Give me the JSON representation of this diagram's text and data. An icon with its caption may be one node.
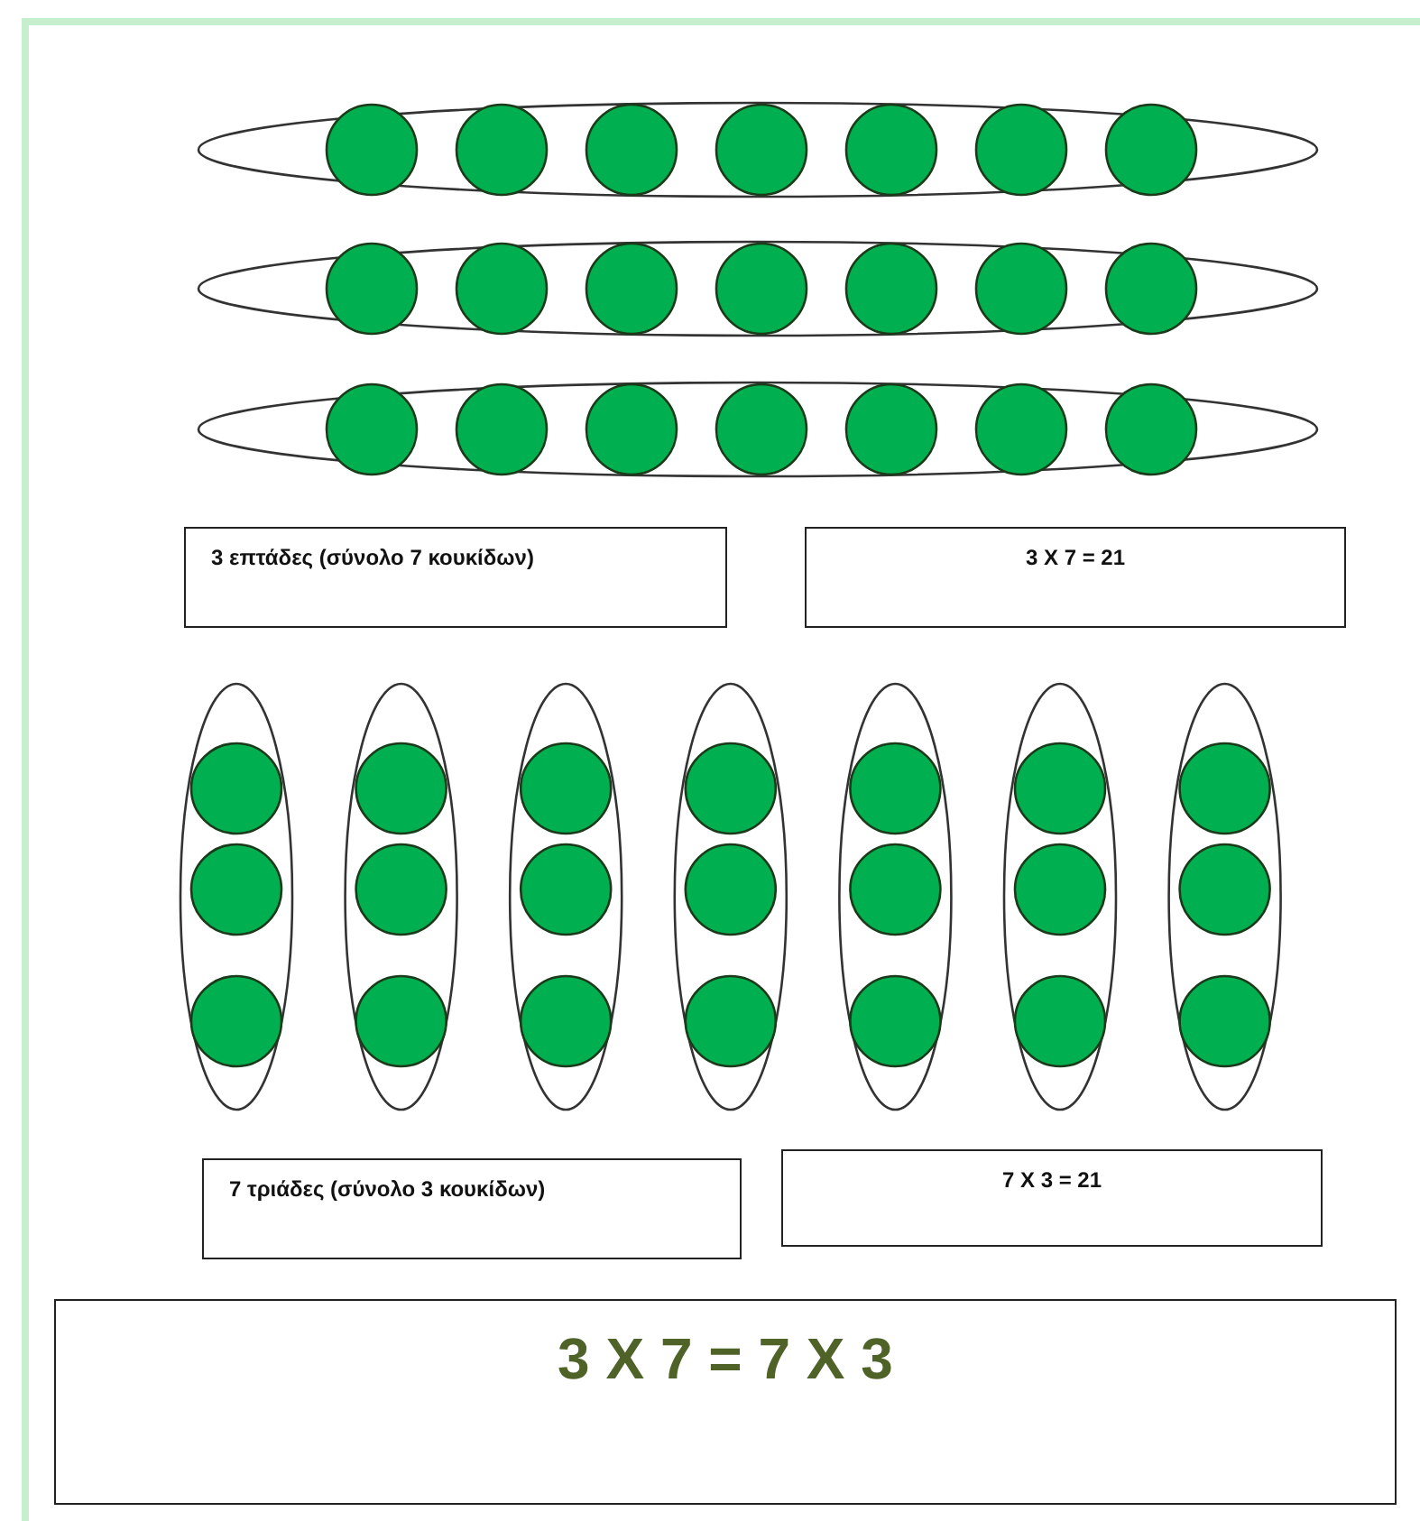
{
  "diagram": {
    "nodes": [
      {
        "text": [
          "3 επτάδες (σύνολο 7 κουκίδων)"
        ]
      },
      {
        "text": [
          "3 X 7 = 21"
        ]
      },
      {
        "text": [
          "7 τριάδες (σύνολο 3 κουκίδων)"
        ]
      },
      {
        "text": [
          "7 X 3 = 21"
        ]
      },
      {
        "text": [
          "3 X 7 = 7 X 3"
        ]
      }
    ]
  }
}
